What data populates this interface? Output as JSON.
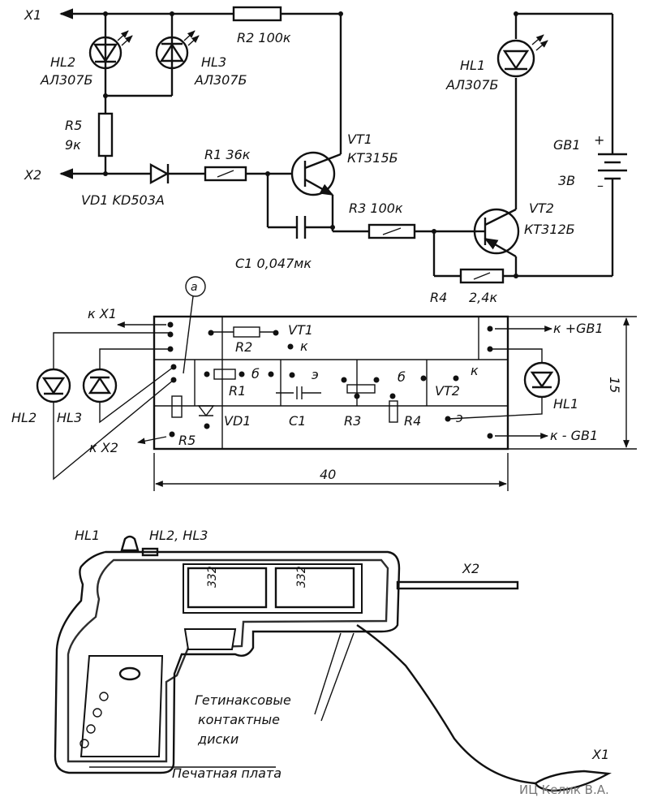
{
  "schematic": {
    "x1": "X1",
    "x2": "X2",
    "r2": "R2 100к",
    "hl2_ref": "HL2",
    "hl2_type": "АЛ307Б",
    "hl3_ref": "HL3",
    "hl3_type": "АЛ307Б",
    "hl1_ref": "HL1",
    "hl1_type": "АЛ307Б",
    "r5_ref": "R5",
    "r5_val": "9к",
    "vd1": "VD1 KD503A",
    "r1": "R1 36к",
    "vt1_ref": "VT1",
    "vt1_type": "КТ315Б",
    "gb1_ref": "GB1",
    "gb1_plus": "+",
    "gb1_val": "3В",
    "gb1_minus": "–",
    "r3": "R3 100к",
    "c1": "C1 0,047мк",
    "vt2_ref": "VT2",
    "vt2_type": "КТ312Б",
    "r4_ref": "R4",
    "r4_val": "2,4к"
  },
  "board": {
    "kx1": "к X1",
    "kx2": "к X2",
    "kgb1_plus": "к +GB1",
    "kgb1_minus": "к - GB1",
    "mark_a": "а",
    "vt1": "VT1",
    "r2": "R2",
    "k1": "к",
    "b1": "б",
    "r1": "R1",
    "e1": "э",
    "b2": "б",
    "k2": "к",
    "vt2": "VT2",
    "vd1": "VD1",
    "c1": "C1",
    "r3": "R3",
    "r4": "R4",
    "e2": "э",
    "r5": "R5",
    "hl2": "HL2",
    "hl3": "HL3",
    "hl1": "HL1",
    "dim_w": "40",
    "dim_h": "15"
  },
  "assembly": {
    "hl1": "HL1",
    "hl23": "HL2, HL3",
    "x2": "X2",
    "x1": "X1",
    "bat1": "332",
    "bat2": "332",
    "discs_line1": "Гетинаксовые",
    "discs_line2": "контактные",
    "discs_line3": "диски",
    "pcb": "Печатная плата",
    "watermark": "ИЦ Келик В.А."
  }
}
